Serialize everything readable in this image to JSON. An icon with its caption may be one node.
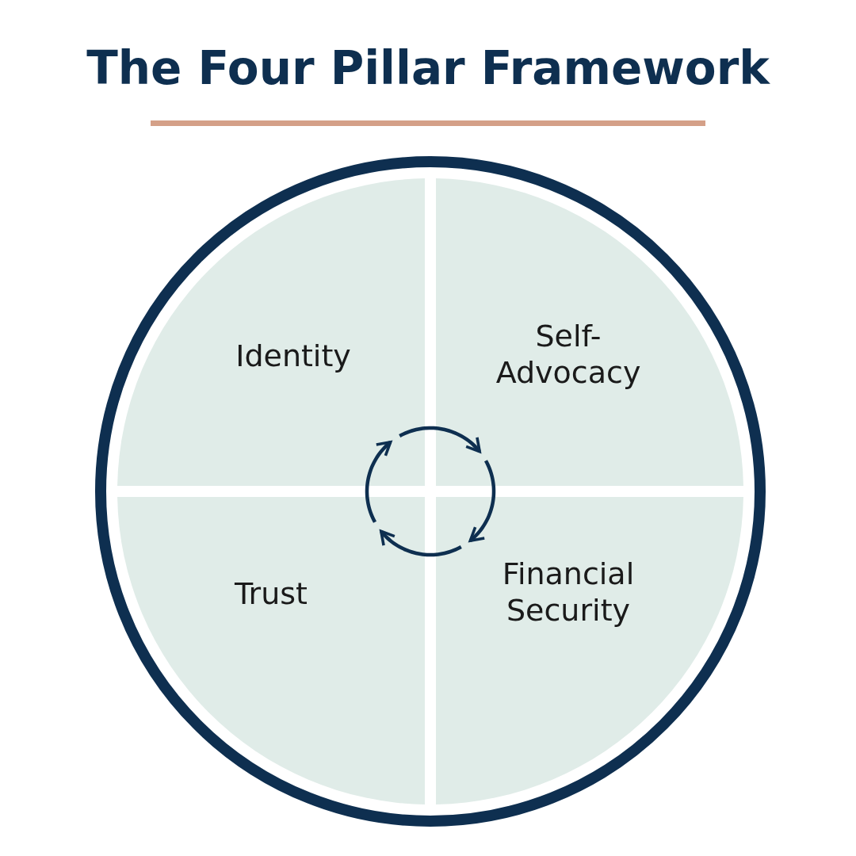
{
  "diagram": {
    "title": "The Four Pillar Framework",
    "nodes": [
      {
        "text": [],
        "shape": "circle"
      },
      {
        "text": [
          "Identity"
        ],
        "in": 0
      },
      {
        "text": [
          "Self-Advocacy"
        ],
        "in": 0
      },
      {
        "text": [
          "Financial Security"
        ],
        "in": 0
      },
      {
        "text": [
          "Trust"
        ],
        "in": 0
      }
    ],
    "edges": [
      {
        "from": 1,
        "to": 2,
        "arrow": "to"
      },
      {
        "from": 2,
        "to": 3,
        "arrow": "to"
      },
      {
        "from": 3,
        "to": 4,
        "arrow": "to"
      },
      {
        "from": 4,
        "to": 1,
        "arrow": "to"
      }
    ]
  }
}
